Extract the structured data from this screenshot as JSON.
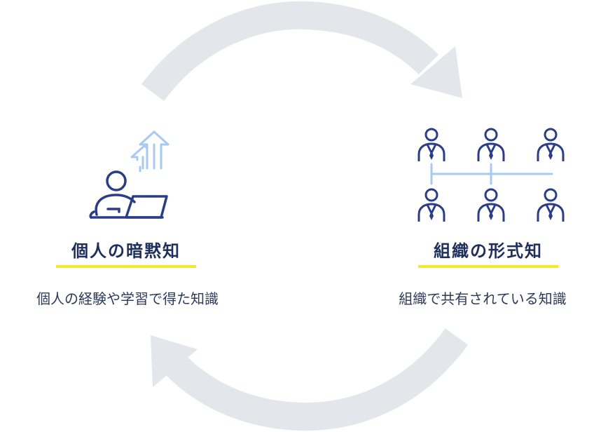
{
  "left": {
    "title": "個人の暗黙知",
    "description": "個人の経験や学習で得た知識",
    "icon": "person-laptop-icon"
  },
  "right": {
    "title": "組織の形式知",
    "description": "組織で共有されている知識",
    "icon": "team-network-icon"
  },
  "colors": {
    "navy": "#1f2f5c",
    "light_blue": "#a8c9f0",
    "arrow_gray": "#e3e7ec",
    "accent_yellow": "#f2e82c"
  }
}
